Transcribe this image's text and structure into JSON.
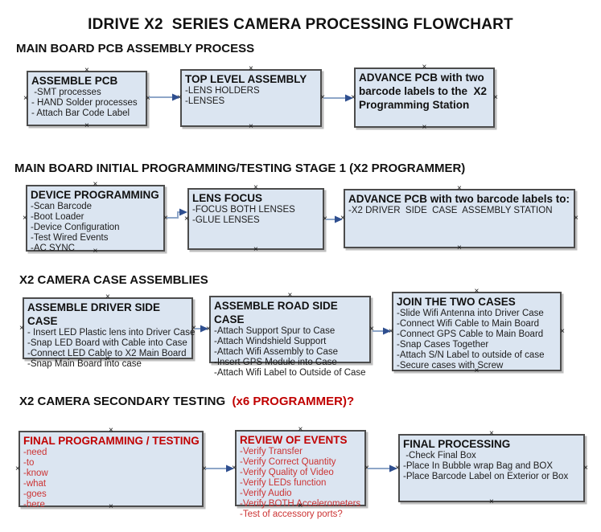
{
  "title": "IDRIVE X2  SERIES CAMERA PROCESSING FLOWCHART",
  "colors": {
    "box_fill": "#dbe5f1",
    "box_border": "#4c4c4c",
    "arrow_line": "#8ea6c8",
    "arrow_head": "#2f4f8f",
    "red_title": "#c00000",
    "red_item": "#cc3333"
  },
  "icons": {
    "anchor_glyph": "×"
  },
  "sections": {
    "s1": {
      "heading": "MAIN BOARD PCB ASSEMBLY PROCESS"
    },
    "s2": {
      "heading": "MAIN BOARD INITIAL PROGRAMMING/TESTING STAGE 1 (X2 PROGRAMMER)"
    },
    "s3": {
      "heading": "X2 CAMERA CASE ASSEMBLIES"
    },
    "s4": {
      "heading_black": "X2 CAMERA SECONDARY TESTING  ",
      "heading_red": "(x6 PROGRAMMER)?"
    }
  },
  "boxes": {
    "assemble_pcb": {
      "title": "ASSEMBLE PCB",
      "items": [
        " -SMT processes",
        "- HAND Solder processes",
        "- Attach Bar Code Label"
      ]
    },
    "top_level_assembly": {
      "title": "TOP LEVEL ASSEMBLY",
      "items": [
        "-LENS HOLDERS",
        "-LENSES"
      ]
    },
    "advance_pcb_row1": {
      "title": "ADVANCE PCB with two barcode labels to the  X2 Programming Station",
      "items": []
    },
    "device_programming": {
      "title": "DEVICE PROGRAMMING",
      "items": [
        "-Scan Barcode",
        "-Boot Loader",
        "-Device Configuration",
        "-Test Wired Events",
        "-AC SYNC"
      ]
    },
    "lens_focus": {
      "title": "LENS FOCUS",
      "items": [
        "-FOCUS BOTH LENSES",
        "-GLUE LENSES"
      ]
    },
    "advance_pcb_row2": {
      "title": "ADVANCE PCB with two barcode labels to:",
      "items": [
        "-X2 DRIVER  SIDE  CASE  ASSEMBLY STATION"
      ]
    },
    "assemble_driver_side": {
      "title": "ASSEMBLE DRIVER SIDE CASE",
      "items": [
        "- Insert LED Plastic lens into Driver Case",
        "-Snap LED Board with Cable into Case",
        "-Connect LED Cable to X2 Main Board",
        "-Snap Main Board into case"
      ]
    },
    "assemble_road_side": {
      "title": "ASSEMBLE ROAD SIDE CASE",
      "items": [
        "-Attach Support Spur to Case",
        "-Attach Windshield Support",
        "-Attach Wifi Assembly to Case",
        "-Insert GPS Module into Case",
        "-Attach Wifi Label to Outside of Case"
      ]
    },
    "join_two_cases": {
      "title": "JOIN THE TWO CASES",
      "items": [
        "-Slide Wifi Antenna into Driver Case",
        "-Connect Wifi Cable to Main Board",
        "-Connect GPS Cable to Main Board",
        "-Snap Cases Together",
        "-Attach S/N Label to outside of case",
        "-Secure cases with Screw"
      ]
    },
    "final_programming": {
      "title": "FINAL PROGRAMMING / TESTING",
      "items": [
        "-need",
        "-to",
        "-know",
        "-what",
        "-goes",
        "-here"
      ]
    },
    "review_of_events": {
      "title": "REVIEW OF EVENTS",
      "items": [
        "-Verify Transfer",
        "-Verify Correct Quantity",
        "-Verify Quality of Video",
        "-Verify LEDs function",
        "-Verify Audio",
        "-Verify BOTH Accelerometers",
        "-Test of accessory ports?"
      ]
    },
    "final_processing": {
      "title": "FINAL PROCESSING",
      "items": [
        " -Check Final Box",
        "-Place In Bubble wrap Bag and BOX",
        "-Place Barcode Label on Exterior or Box"
      ]
    }
  }
}
